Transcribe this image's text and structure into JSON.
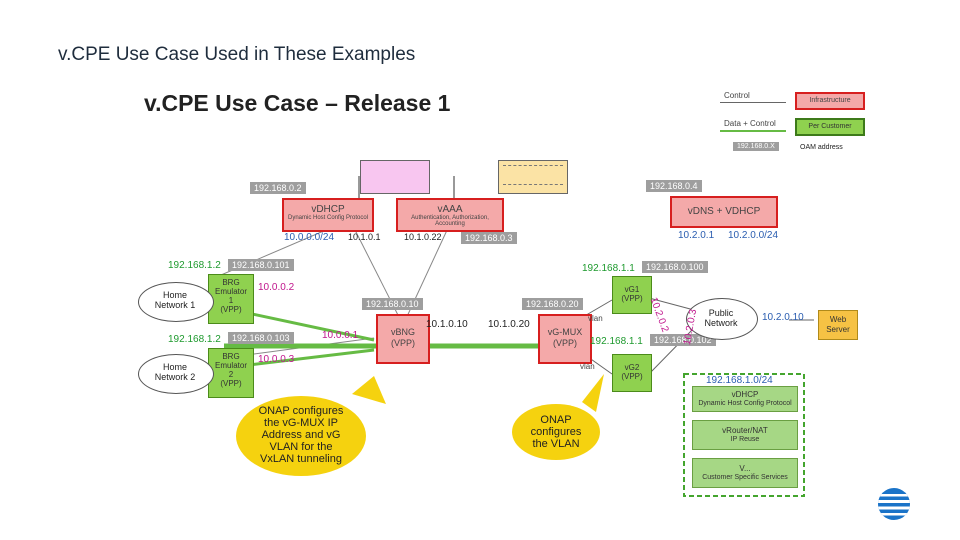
{
  "slide_title": "v.CPE Use Case Used in These Examples",
  "diagram_title": "v.CPE Use Case – Release 1",
  "legend": {
    "control": "Control",
    "data_control": "Data + Control",
    "infrastructure": "Infrastructure",
    "per_customer": "Per Customer",
    "oam_tag": "192.168.0.X",
    "oam_label": "OAM address"
  },
  "nodes": {
    "vdhcp": {
      "title": "vDHCP",
      "subtitle": "Dynamic Host Config Protocol"
    },
    "vaaa": {
      "title": "vAAA",
      "subtitle": "Authentication, Authorization, Accounting"
    },
    "vdns": {
      "title": "vDNS + VDHCP"
    },
    "brg1": {
      "title": "BRG",
      "line2": "Emulator",
      "line3": "1",
      "line4": "(VPP)"
    },
    "brg2": {
      "title": "BRG",
      "line2": "Emulator",
      "line3": "2",
      "line4": "(VPP)"
    },
    "vbng": {
      "title": "vBNG",
      "line2": "(VPP)"
    },
    "vgmux": {
      "title": "vG-MUX",
      "line2": "(VPP)"
    },
    "vg1": {
      "title": "vG1",
      "line2": "(VPP)"
    },
    "vg2": {
      "title": "vG2",
      "line2": "(VPP)"
    },
    "webserver": {
      "line1": "Web",
      "line2": "Server"
    }
  },
  "clouds": {
    "home1": {
      "line1": "Home",
      "line2": "Network 1"
    },
    "home2": {
      "line1": "Home",
      "line2": "Network 2"
    },
    "public": {
      "line1": "Public",
      "line2": "Network"
    }
  },
  "oam": {
    "vdhcp": "192.168.0.2",
    "vdns": "192.168.0.4",
    "vaaa": "192.168.0.3",
    "brg1": "192.168.0.101",
    "brg2": "192.168.0.103",
    "vbng": "192.168.0.10",
    "vgmux": "192.168.0.20",
    "vg1": "192.168.0.100",
    "vg2": "192.168.0.102"
  },
  "ips": {
    "net_10_0_0": "10.0.0.0/24",
    "vbng_1_1": "10.1.0.1",
    "vbng_1_22": "10.1.0.22",
    "vdns_2_1": "10.2.0.1",
    "net_10_2_0": "10.2.0.0/24",
    "brg1_lan": "192.168.1.2",
    "brg2_lan": "192.168.1.2",
    "brg1_wan": "10.0.0.2",
    "brg2_wan": "10.0.0.3",
    "vbng_in": "10.0.0.1",
    "vbng_out": "10.1.0.10",
    "vgmux_in": "10.1.0.20",
    "vg1_lan": "192.168.1.1",
    "vg2_lan": "192.168.1.1",
    "vg1_wan": "10.2.0.2",
    "vg2_wan": "10.2.0.3",
    "webserver": "10.2.0.10",
    "vlan_a": "vlan",
    "vlan_b": "vlan",
    "cust_net": "192.168.1.0/24"
  },
  "customer_services": {
    "vdhcp_title": "vDHCP",
    "vdhcp_sub": "Dynamic Host Config Protocol",
    "vrouter_title": "vRouter/NAT",
    "vrouter_sub": "IP Reuse",
    "vx_title": "V...",
    "vx_sub": "Customer Specific Services"
  },
  "callouts": {
    "left": [
      "ONAP configures",
      "the vG-MUX IP",
      "Address and vG",
      "VLAN for the",
      "VxLAN tunneling"
    ],
    "right": [
      "ONAP",
      "configures",
      "the VLAN"
    ]
  },
  "colors": {
    "red": "#d71f1f",
    "green": "#8fd14f",
    "ip_green": "#1e9a2e",
    "ip_blue": "#2a5db0",
    "ip_magenta": "#c0168c",
    "callout": "#f5d20f"
  }
}
